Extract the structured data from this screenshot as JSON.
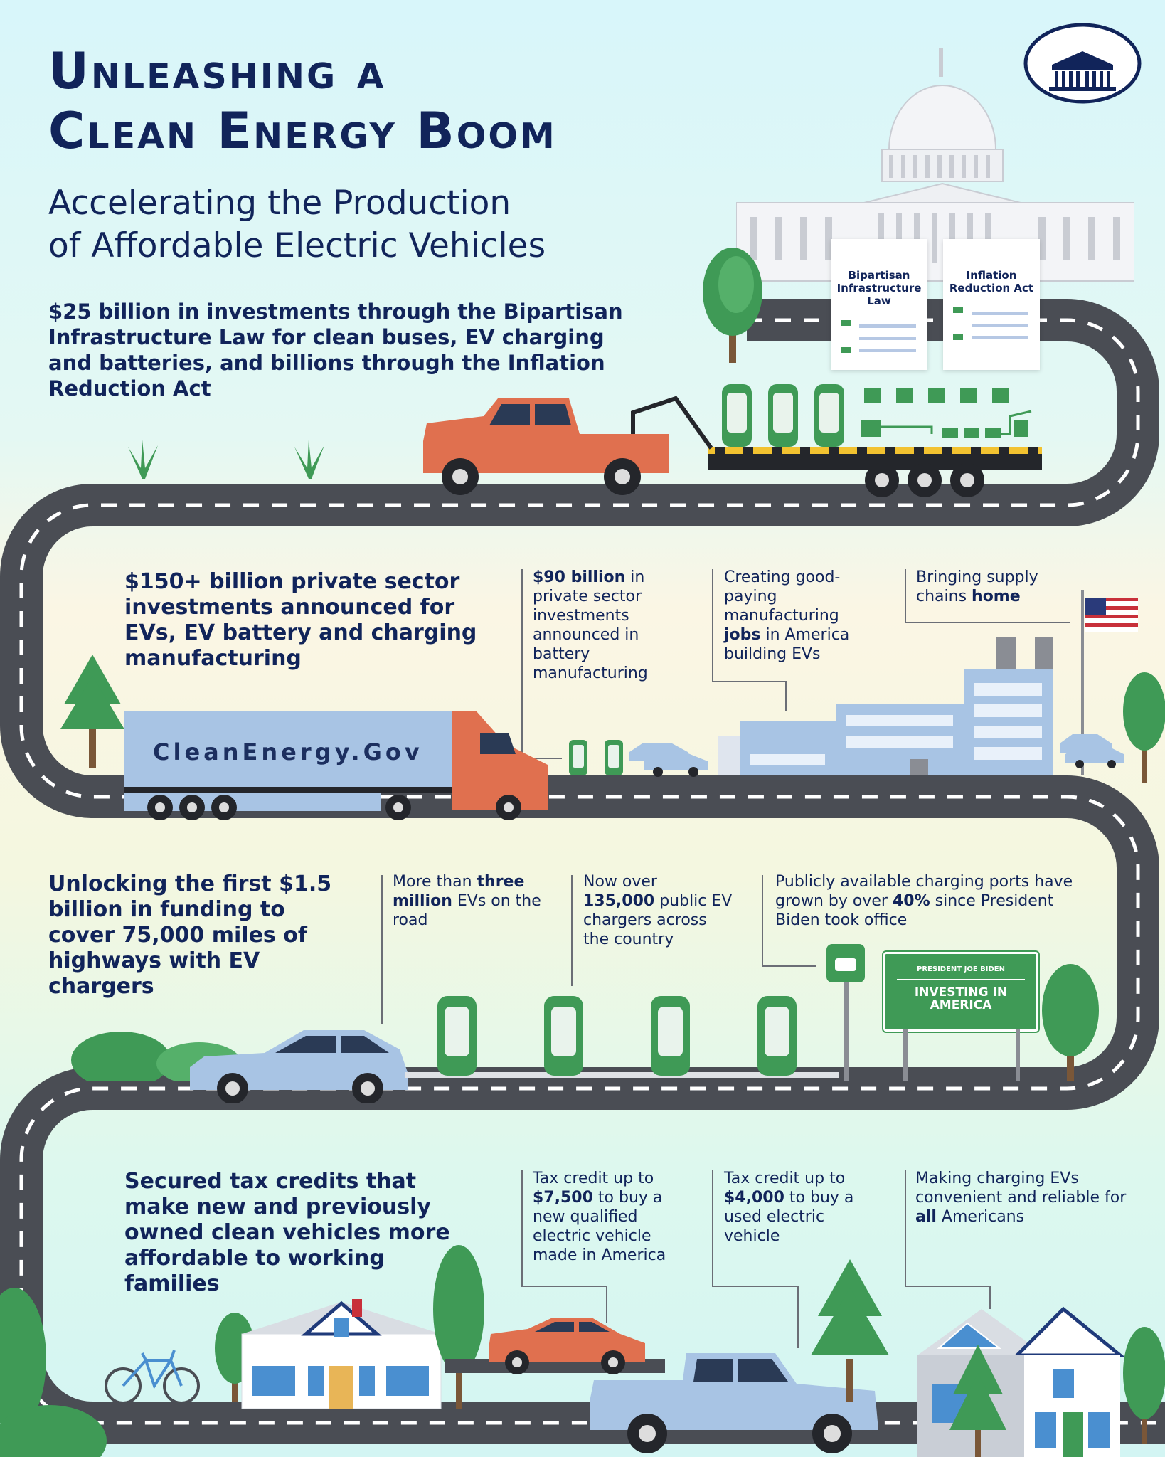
{
  "header": {
    "title_line1": "Unleashing a",
    "title_line2": "Clean Energy Boom",
    "subtitle_line1": "Accelerating the Production",
    "subtitle_line2": "of Affordable Electric Vehicles",
    "logo": "white-house-seal-icon"
  },
  "intro": {
    "text": "$25 billion in investments through the Bipartisan Infrastructure Law for clean buses, EV charging and batteries, and billions through the Inflation Reduction Act"
  },
  "documents": [
    {
      "title": "Bipartisan Infrastructure Law"
    },
    {
      "title": "Inflation Reduction Act"
    }
  ],
  "section2": {
    "heading": "$150+ billion private sector investments announced for EVs, EV battery and charging manufacturing",
    "truck_label": "CleanEnergy.Gov",
    "stats": [
      {
        "bold": "$90 billion",
        "text": " in private sector investments announced in battery manufacturing"
      },
      {
        "pre": "Creating good-paying manufacturing ",
        "bold": "jobs",
        "post": " in America building EVs"
      },
      {
        "pre": "Bringing supply chains ",
        "bold": "home",
        "post": ""
      }
    ]
  },
  "section3": {
    "heading": "Unlocking the first $1.5 billion in funding to cover 75,000 miles of highways with EV chargers",
    "stats": [
      {
        "pre": "More than ",
        "bold": "three million",
        "post": " EVs on the road"
      },
      {
        "pre": "Now over ",
        "bold": "135,000",
        "post": " public EV chargers across the country"
      },
      {
        "pre": "Publicly available charging ports have grown by over ",
        "bold": "40%",
        "post": " since President Biden took office"
      }
    ],
    "sign_top": "PRESIDENT JOE BIDEN",
    "sign_main": "INVESTING IN AMERICA"
  },
  "section4": {
    "heading": "Secured tax credits that make new and previously owned clean vehicles more affordable to working families",
    "stats": [
      {
        "pre": "Tax credit up to ",
        "bold": "$7,500",
        "post": " to buy a new qualified electric vehicle made in America"
      },
      {
        "pre": "Tax credit up to ",
        "bold": "$4,000",
        "post": " to buy a used electric vehicle"
      },
      {
        "pre": "Making charging EVs convenient and reliable for ",
        "bold": "all",
        "post": " Americans"
      }
    ]
  },
  "colors": {
    "navy": "#11245a",
    "road": "#4a4d54",
    "green": "#3f9a56",
    "orange": "#e0704f",
    "light_blue": "#a8c4e4"
  }
}
